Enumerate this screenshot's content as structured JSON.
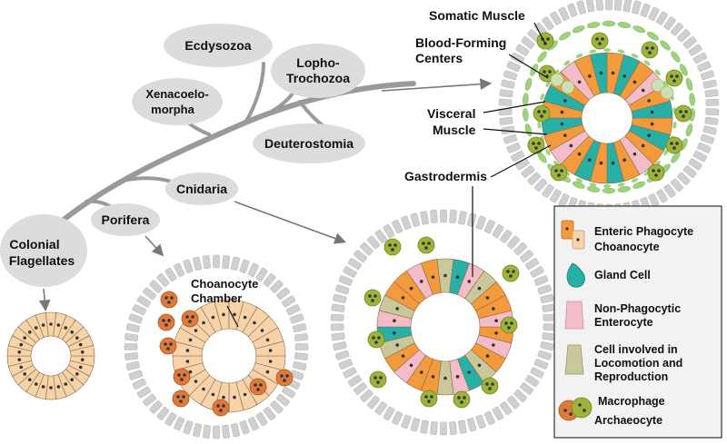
{
  "colors": {
    "bubble": "#dcdcdc",
    "tree": "#9a9a9a",
    "wall": "#d0d0d0",
    "choanocyte": "#f6d3a8",
    "enteric": "#f39a3c",
    "gland": "#27b0a6",
    "non_phagocytic": "#f4bcc8",
    "locomotion": "#c9c89a",
    "macrophage": "#e07a3c",
    "archaeocyte": "#9cb43a",
    "muscle": "#9ed37e"
  },
  "tree": {
    "ecdysozoa": "Ecdysozoa",
    "lopho_1": "Lopho-",
    "lopho_2": "Trochozoa",
    "xenacoelo_1": "Xenacoelo-",
    "xenacoelo_2": "morpha",
    "deuterostomia": "Deuterostomia",
    "cnidaria": "Cnidaria",
    "porifera": "Porifera",
    "colonial_1": "Colonial",
    "colonial_2": "Flagellates"
  },
  "labels": {
    "somatic_muscle": "Somatic Muscle",
    "blood_forming_1": "Blood-Forming",
    "blood_forming_2": "Centers",
    "visceral_1": "Visceral",
    "visceral_2": "Muscle",
    "gastrodermis": "Gastrodermis",
    "choano_chamber_1": "Choanocyte",
    "choano_chamber_2": "Chamber"
  },
  "legend": {
    "enteric": "Enteric Phagocyte",
    "choanocyte": "Choanocyte",
    "gland": "Gland Cell",
    "non_phago_1": "Non-Phagocytic",
    "non_phago_2": "Enterocyte",
    "loco_1": "Cell involved in",
    "loco_2": "Locomotion and",
    "loco_3": "Reproduction",
    "macrophage": "Macrophage",
    "archaeocyte": "Archaeocyte"
  }
}
